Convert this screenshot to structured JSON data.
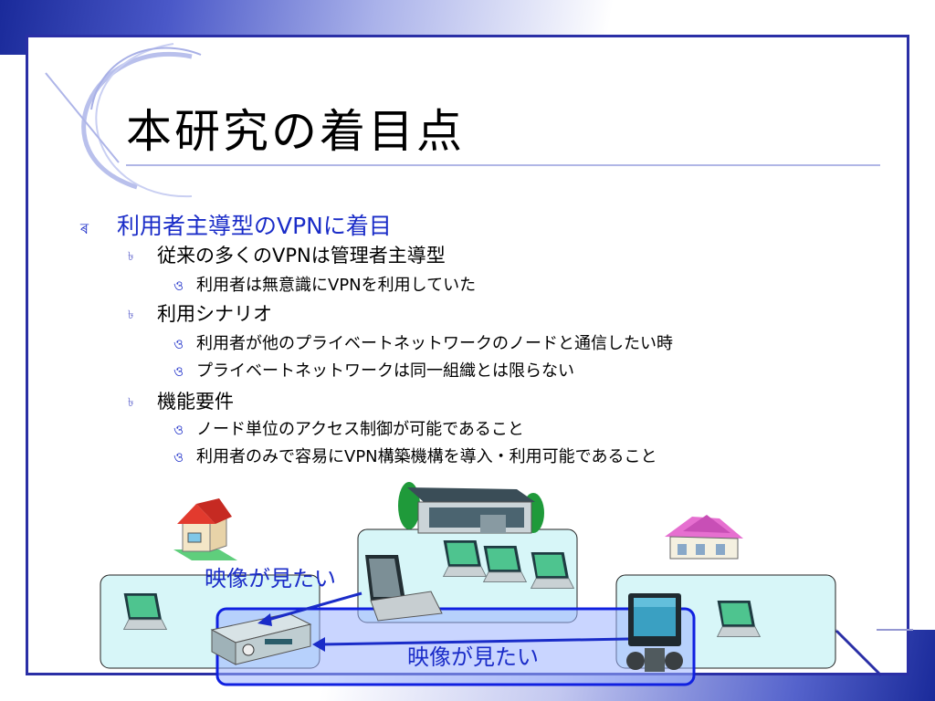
{
  "slide": {
    "title": "本研究の着目点"
  },
  "bullets": [
    {
      "level": 1,
      "text": "利用者主導型のVPNに着目"
    },
    {
      "level": 2,
      "text": "従来の多くのVPNは管理者主導型"
    },
    {
      "level": 3,
      "text": "利用者は無意識にVPNを利用していた"
    },
    {
      "level": 2,
      "text": "利用シナリオ"
    },
    {
      "level": 3,
      "text": "利用者が他のプライベートネットワークのノードと通信したい時"
    },
    {
      "level": 3,
      "text": "プライベートネットワークは同一組織とは限らない"
    },
    {
      "level": 2,
      "text": "機能要件"
    },
    {
      "level": 3,
      "text": "ノード単位のアクセス制御が可能であること"
    },
    {
      "level": 3,
      "text": "利用者のみで容易にVPN構築機構を導入・利用可能であること"
    }
  ],
  "markers": {
    "level1": "ৰ",
    "level2": "৳",
    "level3": "ও"
  },
  "diagram": {
    "caption_top": "映像が見たい",
    "caption_bottom": "映像が見たい"
  },
  "colors": {
    "accent": "#1a2cc8",
    "frame": "#2a2fa6",
    "network_box": "#d7f6f8",
    "vpn_box": "#9cb3ff"
  },
  "icons": [
    "house-icon",
    "office-building-icon",
    "mansion-icon",
    "laptop-icon",
    "video-recorder-icon",
    "television-icon"
  ]
}
